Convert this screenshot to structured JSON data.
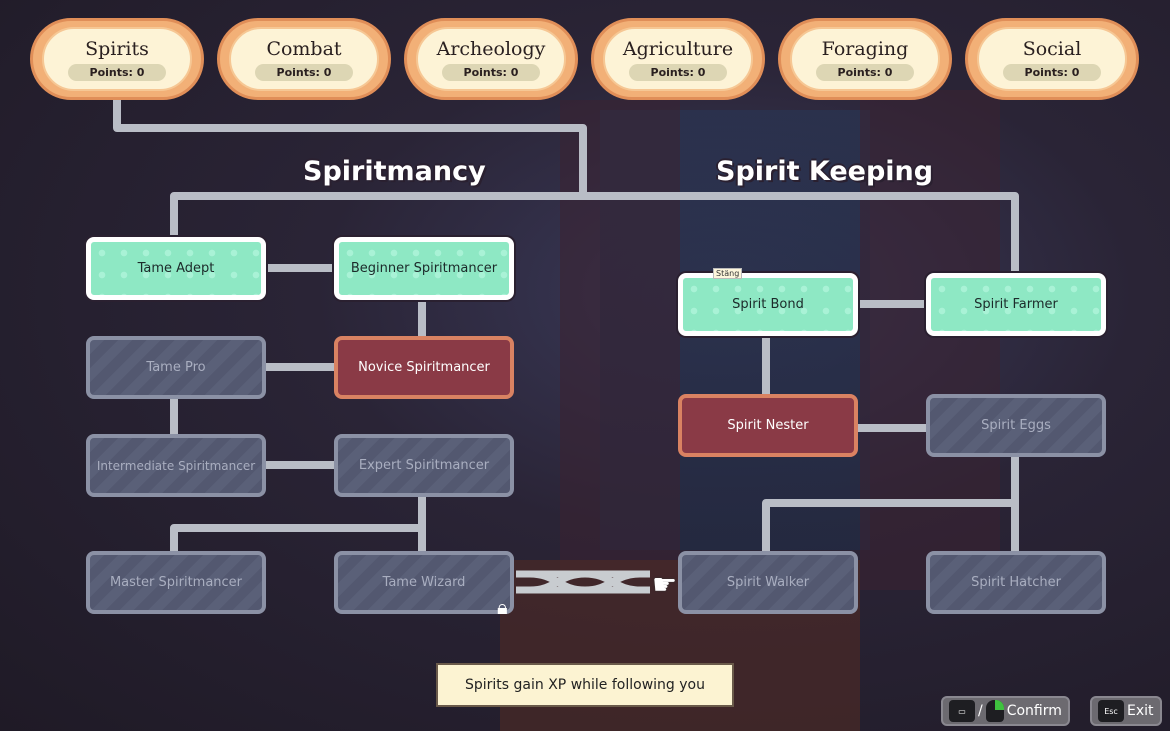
{
  "tabs": [
    {
      "name": "Spirits",
      "points": "Points: 0"
    },
    {
      "name": "Combat",
      "points": "Points: 0"
    },
    {
      "name": "Archeology",
      "points": "Points: 0"
    },
    {
      "name": "Agriculture",
      "points": "Points: 0"
    },
    {
      "name": "Foraging",
      "points": "Points: 0"
    },
    {
      "name": "Social",
      "points": "Points: 0"
    }
  ],
  "headings": {
    "left": "Spiritmancy",
    "right": "Spirit Keeping"
  },
  "nodes": {
    "tame_adept": "Tame Adept",
    "beginner": "Beginner Spiritmancer",
    "tame_pro": "Tame Pro",
    "novice": "Novice Spiritmancer",
    "intermediate": "Intermediate Spiritmancer",
    "expert": "Expert Spiritmancer",
    "master": "Master Spiritmancer",
    "tame_wizard": "Tame Wizard",
    "bond": "Spirit Bond",
    "farmer": "Spirit Farmer",
    "nester": "Spirit Nester",
    "eggs": "Spirit Eggs",
    "walker": "Spirit Walker",
    "hatcher": "Spirit Hatcher"
  },
  "tooltip": "Stäng",
  "description": "Spirits gain XP while following you",
  "controls": {
    "confirm": "Confirm",
    "exit": "Exit",
    "esc_key": "Esc",
    "separator": "/"
  },
  "colors": {
    "unlocked": "#8ee8c4",
    "active": "#8a3a46",
    "locked": "#5a6078",
    "line": "#b9bdc6"
  }
}
